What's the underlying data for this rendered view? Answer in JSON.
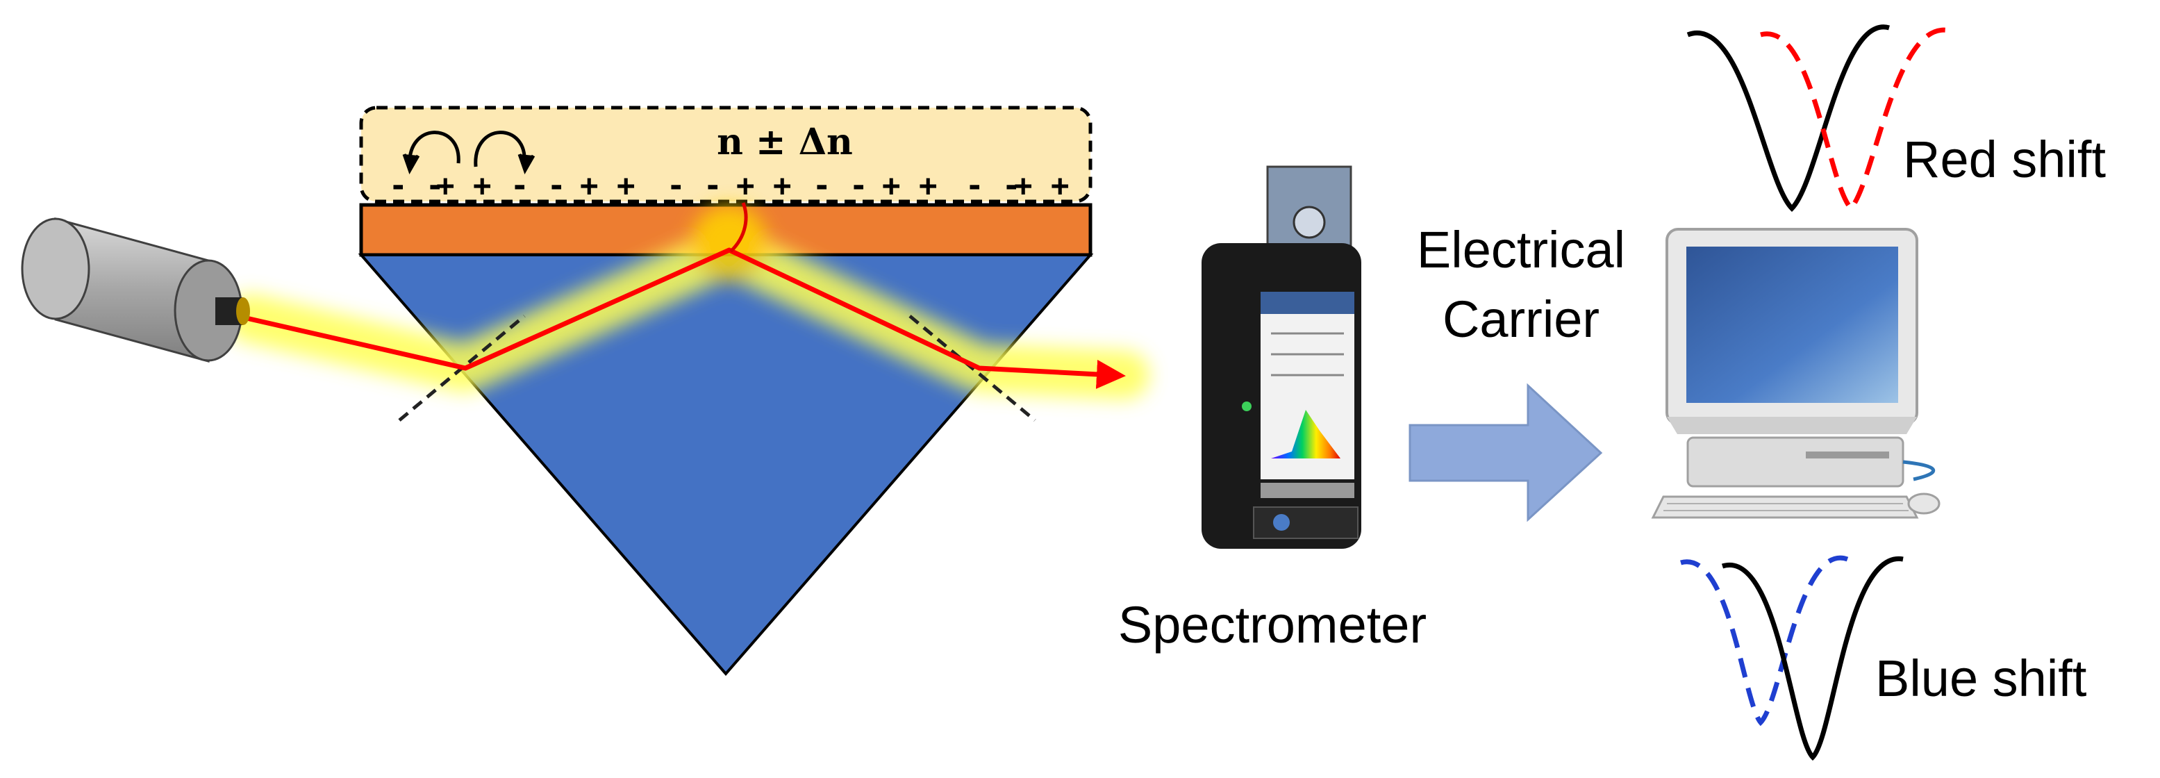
{
  "labels": {
    "refractive_index": "n ± Δn",
    "electrical_carrier_line1": "Electrical",
    "electrical_carrier_line2": "Carrier",
    "spectrometer": "Spectrometer",
    "red_shift": "Red shift",
    "blue_shift": "Blue shift"
  },
  "charges": [
    {
      "text": "- -"
    },
    {
      "text": "+ +"
    },
    {
      "text": "- -"
    },
    {
      "text": "+ +"
    },
    {
      "text": "- -"
    },
    {
      "text": "+ +"
    },
    {
      "text": "- -"
    },
    {
      "text": "+ +"
    },
    {
      "text": "- -"
    },
    {
      "text": "+ +"
    }
  ],
  "colors": {
    "prism": "#4472c4",
    "metal_film": "#ed7d31",
    "analyte_layer": "#fde9b4",
    "laser_beam": "#ff0000",
    "red_shift_curve": "#ff0000",
    "blue_shift_curve": "#1f3fd0",
    "arrow": "#8ea9db"
  },
  "icons": {
    "laser": "laser-source-icon",
    "spectrometer": "handheld-spectrometer-icon",
    "computer": "desktop-computer-icon"
  }
}
